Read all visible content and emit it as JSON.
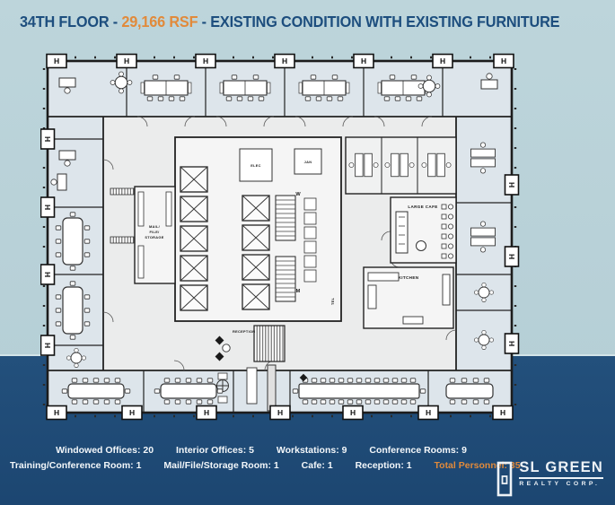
{
  "header": {
    "title_prefix": "34TH FLOOR - ",
    "title_rsf": "29,166 RSF",
    "title_suffix": " - EXISTING CONDITION WITH EXISTING FURNITURE"
  },
  "plan": {
    "labels": {
      "column": "H",
      "mail_line1": "MAIL/",
      "mail_line2": "FILE/",
      "mail_line3": "STORAGE",
      "elec": "ELEC",
      "jan": "JAN",
      "women": "W",
      "men": "M",
      "tel": "TEL",
      "large_cafe": "LARGE CAFE",
      "kitchen": "KITCHEN",
      "reception": "RECEPTION"
    }
  },
  "stats": {
    "row1": [
      "Windowed Offices: 20",
      "Interior Offices: 5",
      "Workstations: 9",
      "Conference Rooms: 9"
    ],
    "row2": [
      "Training/Conference Room: 1",
      "Mail/File/Storage Room: 1",
      "Cafe: 1",
      "Reception: 1"
    ],
    "total": "Total Personnel: 35"
  },
  "logo": {
    "name": "SL GREEN",
    "subtitle": "REALTY CORP."
  },
  "colors": {
    "background_light": "#B9D1D8",
    "background_navy": "#1E4A75",
    "title_navy": "#1D4E7E",
    "accent_orange": "#E18A3B"
  }
}
